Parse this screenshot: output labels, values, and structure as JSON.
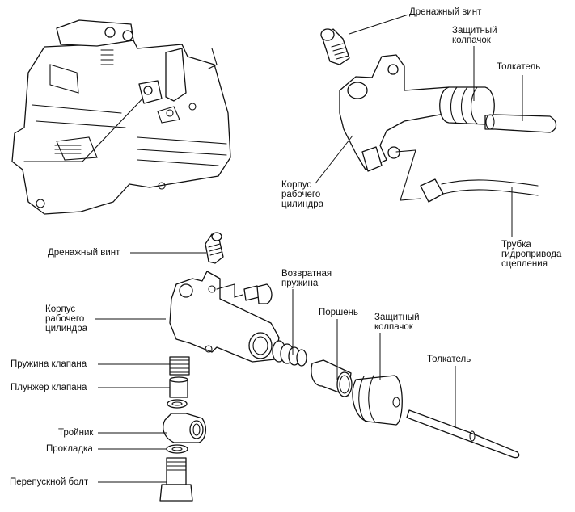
{
  "diagram": {
    "type": "exploded-parts-diagram",
    "subject": "Clutch slave cylinder",
    "top_view": {
      "labels": {
        "bleeder_screw": "Дренажный винт",
        "dust_boot": "Защитный\nколпачок",
        "push_rod": "Толкатель",
        "cylinder_body": "Корпус\nрабочего\nцилиндра",
        "hydraulic_line": "Трубка\nгидропривода\nсцепления"
      }
    },
    "exploded_view": {
      "labels": {
        "bleeder_screw": "Дренажный винт",
        "cylinder_body": "Корпус\nрабочего\nцилиндра",
        "return_spring": "Возвратная\nпружина",
        "piston": "Поршень",
        "dust_boot": "Защитный\nколпачок",
        "push_rod": "Толкатель",
        "valve_spring": "Пружина клапана",
        "valve_plunger": "Плунжер клапана",
        "union_tee": "Тройник",
        "gasket": "Прокладка",
        "union_bolt": "Перепускной болт"
      }
    },
    "colors": {
      "ink": "#111111",
      "background": "#ffffff"
    }
  }
}
